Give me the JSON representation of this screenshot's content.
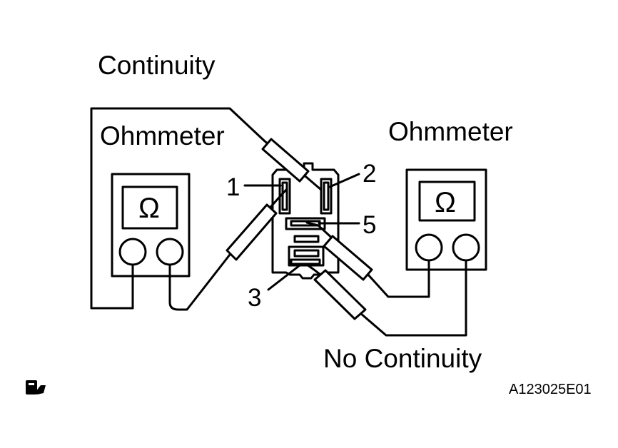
{
  "labels": {
    "continuity": "Continuity",
    "no_continuity": "No Continuity",
    "ohmmeter_left": "Ohmmeter",
    "ohmmeter_right": "Ohmmeter",
    "terminal_1": "1",
    "terminal_2": "2",
    "terminal_3": "3",
    "terminal_5": "5",
    "figure_code": "A123025E01"
  },
  "meters": {
    "left": {
      "symbol": "Ω"
    },
    "right": {
      "symbol": "Ω"
    }
  },
  "icons": {
    "corner": "book-hand-icon"
  }
}
